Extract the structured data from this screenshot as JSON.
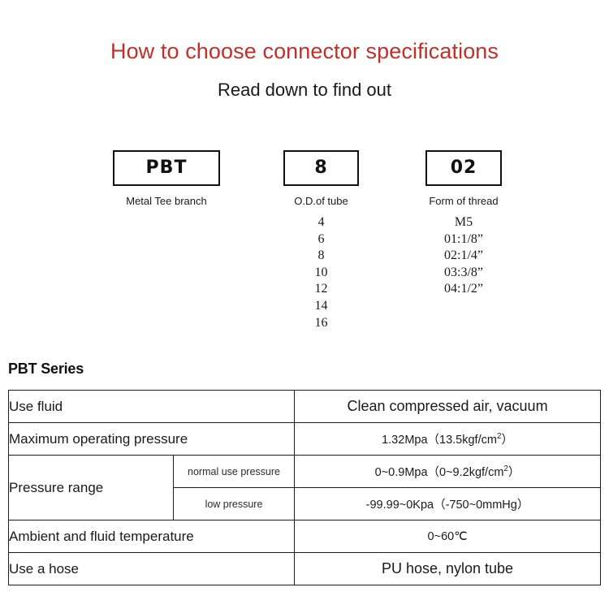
{
  "headings": {
    "title": "How to choose connector specifications",
    "subtitle": "Read down to find out",
    "title_color": "#bf3128",
    "series_label": "PBT Series"
  },
  "code_breakdown": [
    {
      "box_value": "PBT",
      "caption": "Metal Tee branch",
      "options": []
    },
    {
      "box_value": "8",
      "caption": "O.D.of tube",
      "options": [
        "4",
        "6",
        "8",
        "10",
        "12",
        "14",
        "16"
      ]
    },
    {
      "box_value": "02",
      "caption": "Form of thread",
      "options": [
        "M5",
        "01:1/8”",
        "02:1/4”",
        "03:3/8”",
        "04:1/2”"
      ]
    }
  ],
  "spec_table": {
    "shade_color": "#f3ebe0",
    "rows": [
      {
        "label": "Use fluid",
        "sublabel": null,
        "value_html": "Clean compressed air, vacuum",
        "value_size": "lg",
        "shaded": true
      },
      {
        "label": "Maximum operating pressure",
        "sublabel": null,
        "value_html": "1.32Mpa（13.5kgf/cm<sup>2</sup>）",
        "value_size": "sm",
        "shaded": false
      },
      {
        "label": "Pressure range",
        "sublabel": "normal use pressure",
        "value_html": "0~0.9Mpa（0~9.2kgf/cm<sup>2</sup>）",
        "value_size": "sm",
        "shaded": true
      },
      {
        "label": "",
        "sublabel": "low pressure",
        "value_html": "-99.99~0Kpa（-750~0mmHg）",
        "value_size": "sm",
        "shaded": false
      },
      {
        "label": "Ambient and fluid temperature",
        "sublabel": null,
        "value_html": "0~60℃",
        "value_size": "sm",
        "shaded": true
      },
      {
        "label": "Use a hose",
        "sublabel": null,
        "value_html": "PU hose, nylon tube",
        "value_size": "lg",
        "shaded": false
      }
    ]
  }
}
